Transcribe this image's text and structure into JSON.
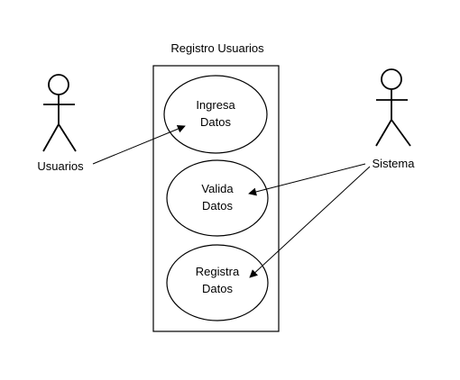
{
  "system": {
    "title": "Registro Usuarios"
  },
  "actors": {
    "left": {
      "name": "Usuarios",
      "icon": "stick-figure-icon"
    },
    "right": {
      "name": "Sistema",
      "icon": "stick-figure-icon"
    }
  },
  "use_cases": [
    {
      "line1": "Ingresa",
      "line2": "Datos"
    },
    {
      "line1": "Valida",
      "line2": "Datos"
    },
    {
      "line1": "Registra",
      "line2": "Datos"
    }
  ],
  "colors": {
    "line": "#000000",
    "background": "#ffffff"
  }
}
